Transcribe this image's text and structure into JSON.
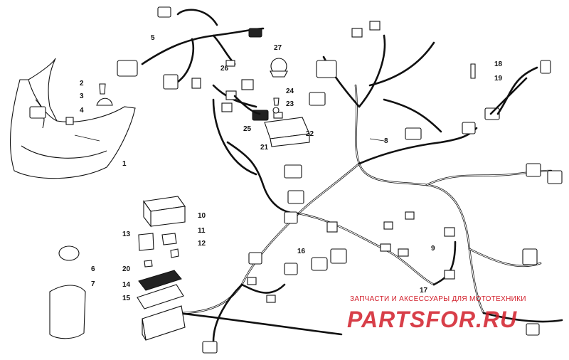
{
  "callouts": {
    "c1": "1",
    "c2": "2",
    "c3": "3",
    "c4": "4",
    "c5": "5",
    "c6": "6",
    "c7": "7",
    "c8": "8",
    "c9": "9",
    "c10": "10",
    "c11": "11",
    "c12": "12",
    "c13": "13",
    "c14": "14",
    "c15": "15",
    "c16": "16",
    "c17": "17",
    "c18": "18",
    "c19": "19",
    "c20": "20",
    "c21": "21",
    "c22": "22",
    "c23": "23",
    "c24": "24",
    "c25": "25",
    "c26": "26",
    "c27": "27"
  },
  "watermark": {
    "caption": "ЗАПЧАСТИ И АКСЕССУАРЫ ДЛЯ МОТОТЕХНИКИ",
    "brand": "PARTSFOR.RU",
    "color": "#d21e2a"
  }
}
